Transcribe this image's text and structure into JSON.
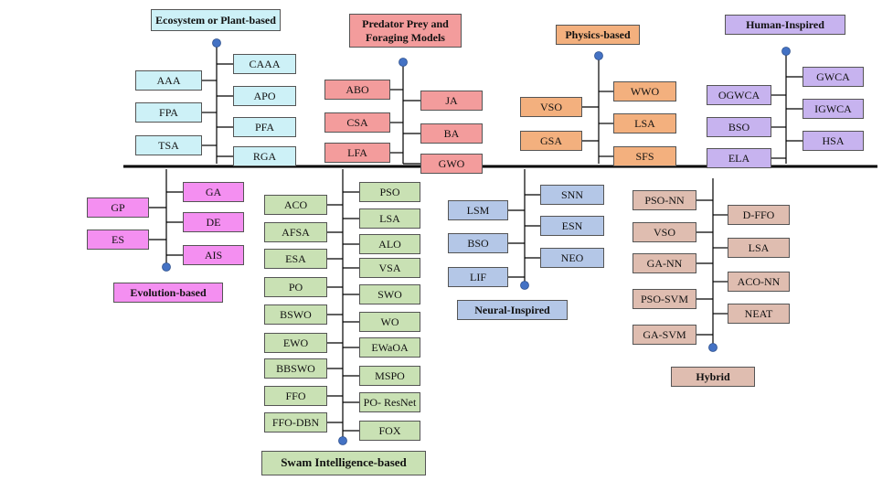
{
  "colors": {
    "ecosystem": "#cdf1f7",
    "predator": "#f39c9c",
    "physics": "#f3b07e",
    "human": "#c7b3ef",
    "evolution": "#f48ff1",
    "swarm": "#c9e1b4",
    "neural": "#b4c7e7",
    "hybrid": "#dfbdb0",
    "dot": "#4472c4"
  },
  "groups": {
    "ecosystem": {
      "title": "Ecosystem or Plant-based",
      "left": [
        "AAA",
        "FPA",
        "TSA"
      ],
      "right": [
        "CAAA",
        "APO",
        "PFA",
        "RGA"
      ]
    },
    "predator": {
      "title": "Predator Prey and\nForaging Models",
      "left": [
        "ABO",
        "CSA",
        "LFA"
      ],
      "right": [
        "JA",
        "BA",
        "GWO"
      ]
    },
    "physics": {
      "title": "Physics-based",
      "left": [
        "VSO",
        "GSA"
      ],
      "right": [
        "WWO",
        "LSA",
        "SFS"
      ]
    },
    "human": {
      "title": "Human-Inspired",
      "left": [
        "OGWCA",
        "BSO",
        "ELA"
      ],
      "right": [
        "GWCA",
        "IGWCA",
        "HSA"
      ]
    },
    "evolution": {
      "title": "Evolution-based",
      "left": [
        "GP",
        "ES"
      ],
      "right": [
        "GA",
        "DE",
        "AIS"
      ]
    },
    "swarm": {
      "title": "Swam Intelligence-based",
      "left": [
        "ACO",
        "AFSA",
        "ESA",
        "PO",
        "BSWO",
        "EWO",
        "BBSWO",
        "FFO",
        "FFO-DBN"
      ],
      "right": [
        "PSO",
        "LSA",
        "ALO",
        "VSA",
        "SWO",
        "WO",
        "EWaOA",
        "MSPO",
        "PO- ResNet",
        "FOX"
      ]
    },
    "neural": {
      "title": "Neural-Inspired",
      "left": [
        "LSM",
        "BSO",
        "LIF"
      ],
      "right": [
        "SNN",
        "ESN",
        "NEO"
      ]
    },
    "hybrid": {
      "title": "Hybrid",
      "left": [
        "PSO-NN",
        "VSO",
        "GA-NN",
        "PSO-SVM",
        "GA-SVM"
      ],
      "right": [
        "D-FFO",
        "LSA",
        "ACO-NN",
        "NEAT"
      ]
    }
  }
}
